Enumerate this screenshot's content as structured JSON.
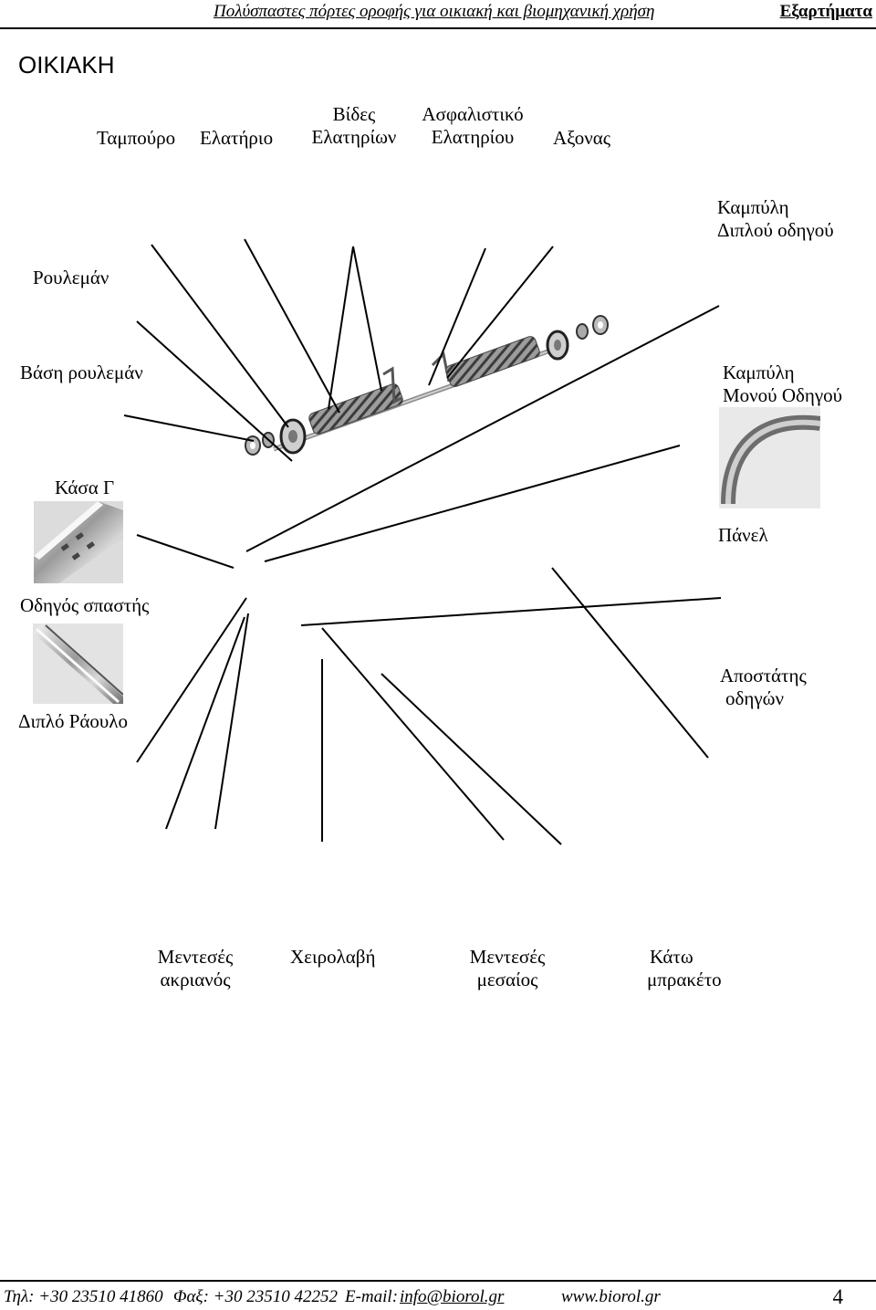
{
  "header": {
    "title": "Πολύσπαστες πόρτες οροφής για οικιακή και βιομηχανική χρήση",
    "section_right": "Εξαρτήματα"
  },
  "section_title": "ΟΙΚΙΑΚΗ",
  "labels": {
    "tampouro": "Ταμπούρο",
    "elatirio": "Ελατήριο",
    "vides_1": "Βίδες",
    "vides_2": "Ελατηρίων",
    "asfalistiko_1": "Ασφαλιστικό",
    "asfalistiko_2": "Ελατηρίου",
    "axonas": "Αξονας",
    "kampyli_diplou_1": "Καμπύλη",
    "kampyli_diplou_2": "Διπλού οδηγού",
    "roulema": "Ρουλεμάν",
    "vasi_roulema": "Βάση ρουλεμάν",
    "kampyli_monou_1": "Καμπύλη",
    "kampyli_monou_2": "Μονού Οδηγού",
    "kasa_g": "Κάσα Γ",
    "panel": "Πάνελ",
    "odigos_spastis": "Οδηγός σπαστής",
    "aposstatis_1": "Αποστάτης",
    "aposstatis_2": "οδηγών",
    "diplo_raoulo": "Διπλό Ράουλο",
    "mentesés_akr_1": "Μεντεσές",
    "mentesés_akr_2": "ακριανός",
    "xeirolavi": "Χειρολαβή",
    "mentesés_mes_1": "Μεντεσές",
    "mentesés_mes_2": "μεσαίος",
    "kato_1": "Κάτω",
    "kato_2": "μπρακέτο"
  },
  "footer": {
    "phone": "Τηλ: +30 23510 41860",
    "fax": "Φαξ: +30 23510 42252",
    "email_label": "E-mail:",
    "email": "info@biorol.gr",
    "website": "www.biorol.gr",
    "page_number": "4"
  }
}
